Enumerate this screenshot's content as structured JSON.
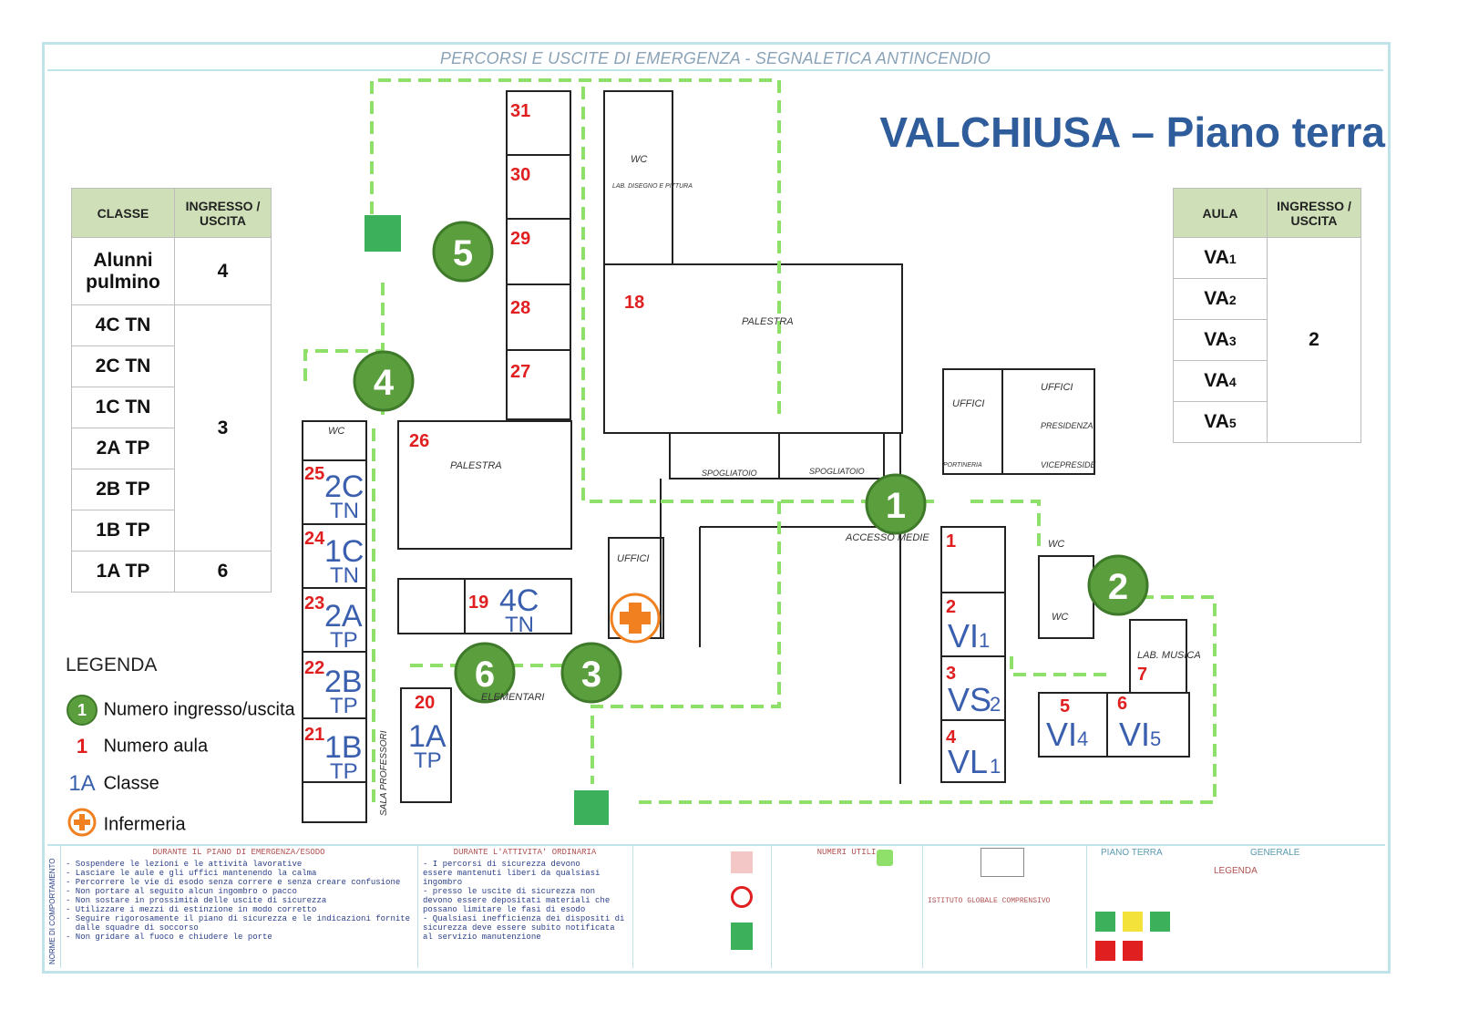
{
  "header": {
    "banner": "PERCORSI E USCITE DI EMERGENZA - SEGNALETICA ANTINCENDIO"
  },
  "title": "VALCHIUSA – Piano terra",
  "table_classes": {
    "headers": [
      "CLASSE",
      "INGRESSO / USCITA"
    ],
    "rows": [
      {
        "classe": "Alunni pulmino",
        "uscita": "4"
      },
      {
        "classe": "4C TN",
        "uscita": ""
      },
      {
        "classe": "2C TN",
        "uscita": ""
      },
      {
        "classe": "1C TN",
        "uscita": "3"
      },
      {
        "classe": "2A TP",
        "uscita": ""
      },
      {
        "classe": "2B TP",
        "uscita": ""
      },
      {
        "classe": "1B TP",
        "uscita": ""
      },
      {
        "classe": "1A TP",
        "uscita": "6"
      }
    ]
  },
  "table_aule": {
    "headers": [
      "AULA",
      "INGRESSO / USCITA"
    ],
    "rows": [
      {
        "aula": "VA",
        "sub": "1"
      },
      {
        "aula": "VA",
        "sub": "2"
      },
      {
        "aula": "VA",
        "sub": "3"
      },
      {
        "aula": "VA",
        "sub": "4"
      },
      {
        "aula": "VA",
        "sub": "5"
      }
    ],
    "uscita": "2"
  },
  "legend": {
    "title": "LEGENDA",
    "items": [
      {
        "symbol": "1",
        "label": "Numero ingresso/uscita",
        "icon": "exit-number-circle"
      },
      {
        "symbol": "1",
        "label": "Numero aula",
        "icon": "room-number-red"
      },
      {
        "symbol": "1A",
        "label": "Classe",
        "icon": "class-label-blue"
      },
      {
        "symbol": "",
        "label": "Infermeria",
        "icon": "first-aid-cross"
      }
    ]
  },
  "exits": [
    "1",
    "2",
    "3",
    "4",
    "5",
    "6"
  ],
  "rooms": {
    "room_numbers": [
      "31",
      "30",
      "29",
      "28",
      "27",
      "18",
      "26",
      "25",
      "24",
      "23",
      "22",
      "21",
      "20",
      "19",
      "1",
      "2",
      "3",
      "4",
      "5",
      "6",
      "7"
    ],
    "labels": {
      "palestra": "PALESTRA",
      "wc": "WC",
      "uffici": "UFFICI",
      "spogliatoio": "SPOGLIATOIO",
      "presidenza": "PRESIDENZA",
      "vicepreside": "VICEPRESIDE",
      "portineria": "PORTINERIA",
      "lab_musica": "LAB. MUSICA",
      "lab_disegno": "LAB. DISEGNO E PITTURA",
      "accesso_medie": "ACCESSO MEDIE",
      "elementari": "ELEMENTARI",
      "sala_professori": "SALA PROFESSORI"
    },
    "classes": {
      "c2C": {
        "big": "2C",
        "small": "TN"
      },
      "c1C": {
        "big": "1C",
        "small": "TN"
      },
      "c2A": {
        "big": "2A",
        "small": "TP"
      },
      "c2B": {
        "big": "2B",
        "small": "TP"
      },
      "c1B": {
        "big": "1B",
        "small": "TP"
      },
      "c1A": {
        "big": "1A",
        "small": "TP"
      },
      "c4C": {
        "big": "4C",
        "small": "TN"
      },
      "vi1": {
        "big": "VI",
        "small": "1"
      },
      "vs2": {
        "big": "VS",
        "small": "2"
      },
      "vl1": {
        "big": "VL",
        "small": "1"
      },
      "vi4": {
        "big": "VI",
        "small": "4"
      },
      "vi5": {
        "big": "VI",
        "small": "5"
      }
    }
  },
  "bottom_panels": {
    "behaviour_title": "NORME DI COMPORTAMENTO",
    "alarm_title": "DURANTE IL PIANO DI EMERGENZA/ESODO",
    "alarm_text": "- Sospendere le lezioni e le attività lavorative\n- Lasciare le aule e gli uffici mantenendo la calma\n- Percorrere le vie di esodo senza correre e senza creare confusione\n- Non portare al seguito alcun ingombro o pacco\n- Non sostare in prossimità delle uscite di sicurezza\n- Utilizzare i mezzi di estinzione in modo corretto\n- Seguire rigorosamente il piano di sicurezza e le indicazioni fornite\n  dalle squadre di soccorso\n- Non gridare al fuoco e chiudere le porte",
    "ordinary_title": "DURANTE L'ATTIVITA' ORDINARIA",
    "ordinary_text": "- I percorsi di sicurezza devono\nessere mantenuti liberi da qualsiasi\ningombro\n- presso le uscite di sicurezza non\ndevono essere depositati materiali che\npossano limitare le fasi di esodo\n- Qualsiasi inefficienza dei dispositi di\nsicurezza deve essere subito notificata\nal servizio manutenzione",
    "phones_title": "NUMERI UTILI",
    "school_name": "ISTITUTO GLOBALE COMPRENSIVO",
    "floor_label": "PIANO TERRA",
    "general_label": "GENERALE",
    "legend_label": "LEGENDA"
  },
  "colors": {
    "route": "#8fe06a",
    "exit_fill": "#5a9e3d",
    "room_number": "#e02020",
    "class_label": "#3a5fae",
    "title": "#2f5c9a",
    "nurse": "#f08020"
  }
}
